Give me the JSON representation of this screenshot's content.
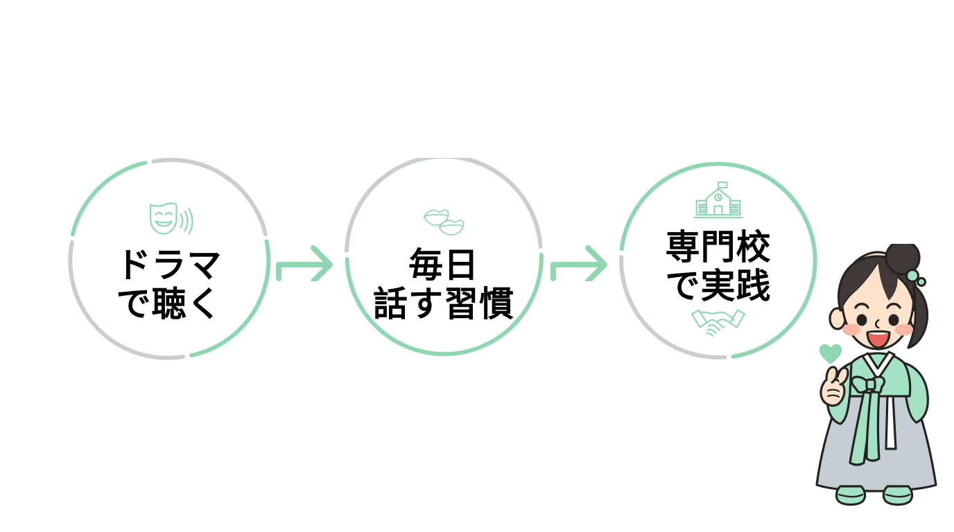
{
  "page": {
    "title": "韓国語学習ステップ",
    "background_color": "#ffffff",
    "accent_green": "#8ed7b0",
    "ring_grey": "#c9ced0",
    "text_color": "#000000"
  },
  "steps": [
    {
      "id": "step-1",
      "order": "1",
      "icon_top": "theater-mask-with-soundwaves-icon",
      "icon_bottom": "",
      "label": "ドラマ\nで聴く",
      "line1": "ドラマ",
      "line2": "で聴く",
      "ring": {
        "green_arc_color": "#8ed7b0",
        "grey_arc_color": "#c9ced0",
        "green_from_deg": 195,
        "green_to_deg": 345,
        "grey_from_deg": 10,
        "grey_to_deg": 178
      }
    },
    {
      "id": "step-2",
      "order": "2",
      "icon_top": "two-lips-talking-icon",
      "icon_bottom": "",
      "label": "毎日\n話す習慣",
      "line1": "毎日",
      "line2": "話す習慣",
      "ring": {
        "green_arc_color": "#8ed7b0",
        "grey_arc_color": "#c9ced0",
        "green_from_deg": 100,
        "green_to_deg": 265,
        "grey_from_deg": 273,
        "grey_to_deg": 92
      }
    },
    {
      "id": "step-3",
      "order": "3",
      "icon_top": "school-building-icon",
      "icon_bottom": "handshake-icon",
      "label": "専門校\nで実践",
      "line1": "専門校",
      "line2": "で実践",
      "ring": {
        "green_arc_color": "#8ed7b0",
        "grey_arc_color": "#c9ced0",
        "green_from_deg": 186,
        "green_to_deg": 95,
        "grey_from_deg": 103,
        "grey_to_deg": 180
      }
    }
  ],
  "arrows": [
    {
      "id": "arrow-1",
      "name": "step-arrow-right",
      "color": "#8ed7b0"
    },
    {
      "id": "arrow-2",
      "name": "step-arrow-right",
      "color": "#8ed7b0"
    }
  ],
  "character": {
    "name": "hanbok-girl-finger-heart",
    "description": "韓服の女の子",
    "colors": {
      "hair": "#3f3a38",
      "skin": "#fde3cc",
      "cheek": "#f8b9a4",
      "jeogori": "#a3e3c3",
      "skirt": "#c3cfd4",
      "heart": "#8ed7b0",
      "outline": "#262220",
      "mouth": "#e8685f",
      "white": "#ffffff",
      "shoe": "#a3e3c3"
    }
  }
}
